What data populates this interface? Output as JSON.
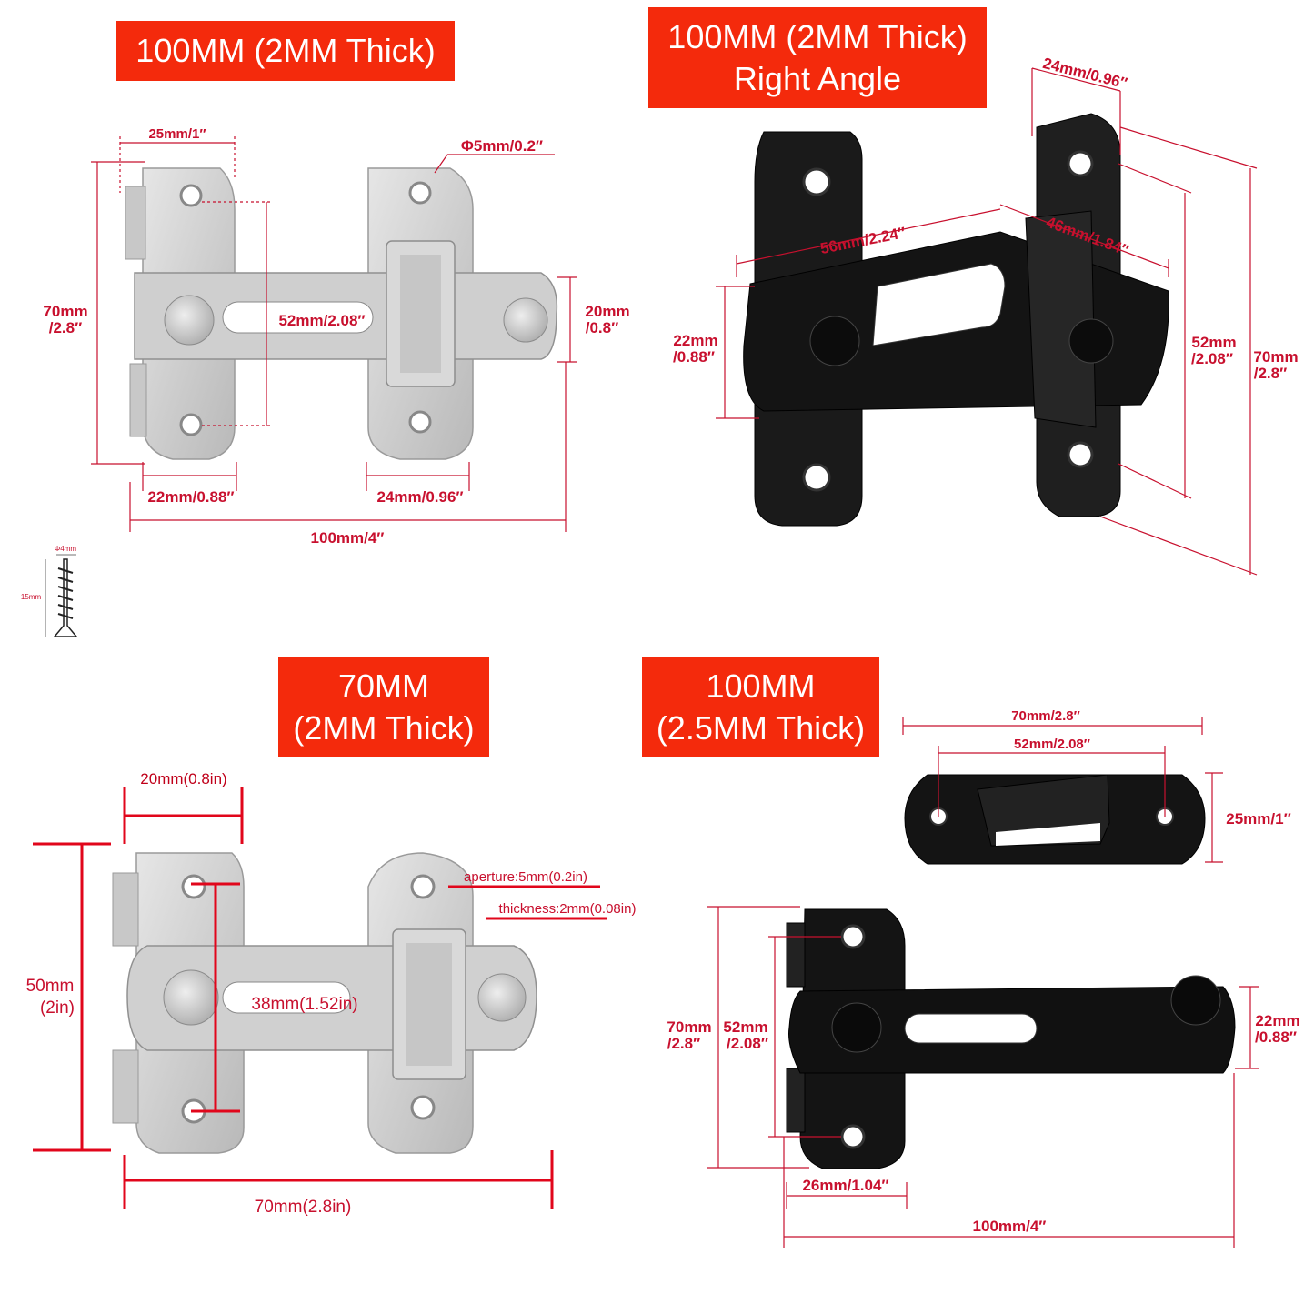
{
  "banners": {
    "p1": [
      "100MM (2MM Thick)"
    ],
    "p2": [
      "100MM (2MM Thick)",
      "Right Angle"
    ],
    "p3": [
      "70MM",
      "(2MM Thick)"
    ],
    "p4": [
      "100MM",
      "(2.5MM Thick)"
    ]
  },
  "p1": {
    "plate_width": "25mm/1″",
    "hole": "Φ5mm/0.2″",
    "height_a": "70mm",
    "height_b": "/2.8″",
    "hole_spacing": "52mm/2.08″",
    "bar_a": "20mm",
    "bar_b": "/0.8″",
    "left_plate": "22mm/0.88″",
    "right_plate": "24mm/0.96″",
    "total": "100mm/4″"
  },
  "screw": {
    "dia": "Φ4mm",
    "len": "15mm"
  },
  "p2": {
    "top_width": "24mm/0.96″",
    "arm": "56mm/2.24″",
    "arm2": "46mm/1.84″",
    "bar_a": "22mm",
    "bar_b": "/0.88″",
    "spacing_a": "52mm",
    "spacing_b": "/2.08″",
    "height_a": "70mm",
    "height_b": "/2.8″"
  },
  "p3": {
    "plate_width": "20mm(0.8in)",
    "aperture": "aperture:5mm(0.2in)",
    "thickness": "thickness:2mm(0.08in)",
    "height_a": "50mm",
    "height_b": "(2in)",
    "spacing": "38mm(1.52in)",
    "total": "70mm(2.8in)"
  },
  "p4": {
    "catch_len": "70mm/2.8″",
    "catch_holes": "52mm/2.08″",
    "catch_h": "25mm/1″",
    "height_a": "70mm",
    "height_b": "/2.8″",
    "spacing_a": "52mm",
    "spacing_b": "/2.08″",
    "bar_a": "22mm",
    "bar_b": "/0.88″",
    "plate": "26mm/1.04″",
    "total": "100mm/4″"
  },
  "colors": {
    "banner": "#f42a0c",
    "dimension": "#c8102e",
    "steel": "#d3d3d3",
    "black": "#141414"
  }
}
